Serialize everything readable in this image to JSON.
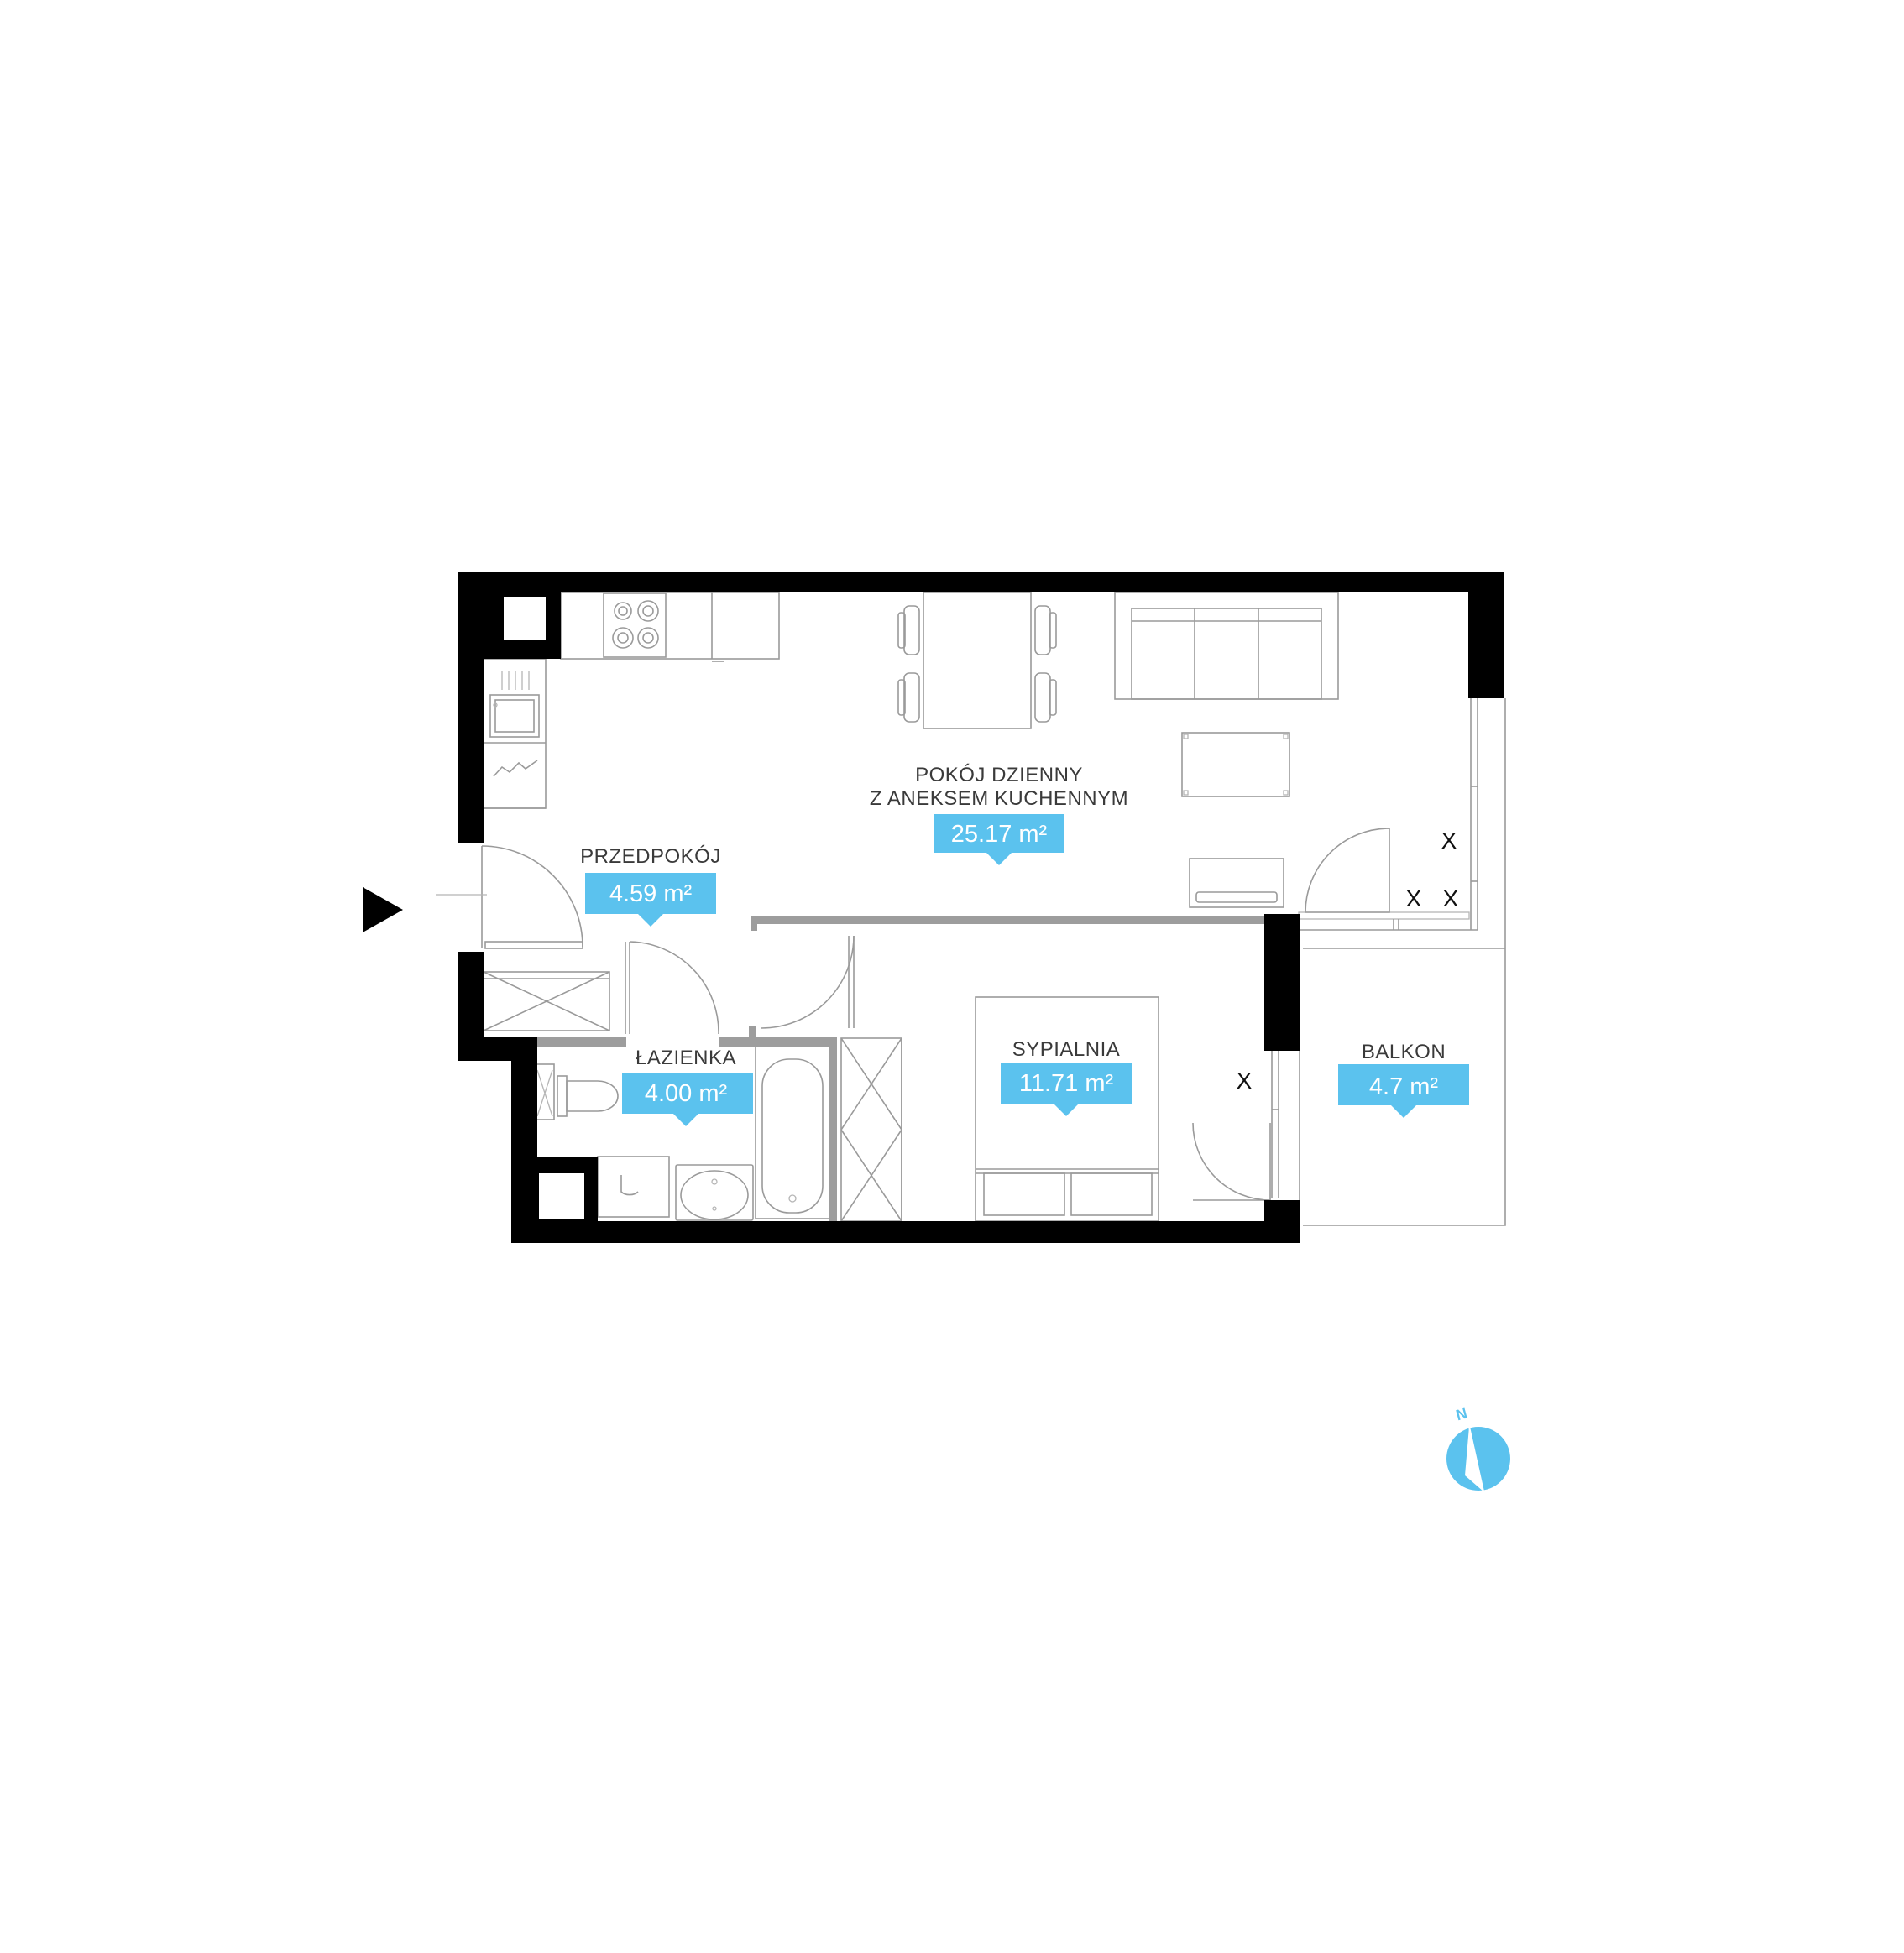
{
  "rooms": {
    "living": {
      "name_line1": "POKÓJ DZIENNY",
      "name_line2": "Z ANEKSEM KUCHENNYM",
      "area": "25.17 m²"
    },
    "hall": {
      "name": "PRZEDPOKÓJ",
      "area": "4.59 m²"
    },
    "bathroom": {
      "name": "ŁAZIENKA",
      "area": "4.00 m²"
    },
    "bedroom": {
      "name": "SYPIALNIA",
      "area": "11.71 m²"
    },
    "balcony": {
      "name": "BALKON",
      "area": "4.7 m²"
    }
  },
  "window_mark": "X",
  "compass": {
    "label": "N"
  },
  "colors": {
    "wall": "#000000",
    "partition": "#9d9d9d",
    "label_bg": "#5bc2ee",
    "fixture_line": "#9a9a9a"
  }
}
